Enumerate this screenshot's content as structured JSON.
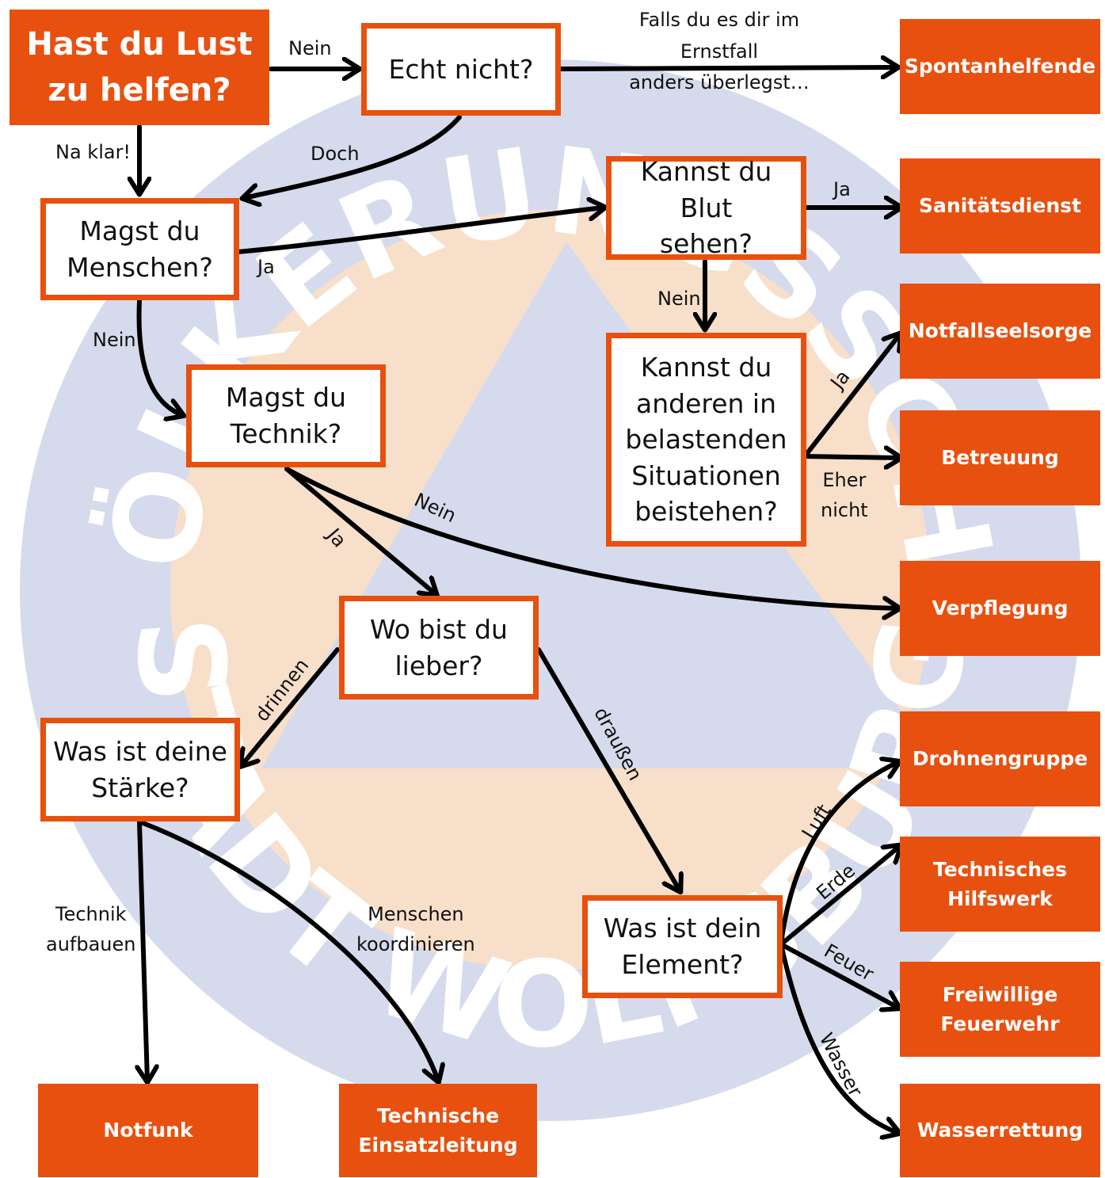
{
  "watermark": {
    "top_text": "BEVÖLKERUNGSSCHUTZ",
    "bottom_text": "STADT WOLFSBURG"
  },
  "colors": {
    "accent": "#e8500f",
    "seal_blue": "#d5dbec",
    "seal_peach": "#f8dfca",
    "text": "#111111"
  },
  "start": {
    "text": "Hast du Lust\nzu helfen?"
  },
  "questions": {
    "echt_nicht": "Echt nicht?",
    "menschen": "Magst du\nMenschen?",
    "blut": "Kannst du Blut\nsehen?",
    "beistehen": "Kannst du\nanderen in\nbelastenden\nSituationen\nbeistehen?",
    "technik": "Magst du\nTechnik?",
    "wo": "Wo bist du\nlieber?",
    "staerke": "Was ist deine\nStärke?",
    "element": "Was ist dein\nElement?"
  },
  "results": {
    "spontan": "Spontanhelfende",
    "sanitaet": "Sanitätsdienst",
    "seelsorge": "Notfallseelsorge",
    "betreuung": "Betreuung",
    "verpflegung": "Verpflegung",
    "drohnen": "Drohnengruppe",
    "thw": "Technisches\nHilfswerk",
    "feuerwehr": "Freiwillige\nFeuerwehr",
    "wasser": "Wasserrettung",
    "notfunk": "Notfunk",
    "tel": "Technische\nEinsatzleitung"
  },
  "labels": {
    "nein_1": "Nein",
    "falls": "Falls du es dir im Ernstfall\nanders überlegst…",
    "na_klar": "Na klar!",
    "doch": "Doch",
    "ja_menschen": "Ja",
    "ja_blut": "Ja",
    "nein_blut": "Nein",
    "ja_beistehen": "Ja",
    "eher_nicht": "Eher\nnicht",
    "nein_menschen": "Nein",
    "ja_technik": "Ja",
    "nein_technik": "Nein",
    "drinnen": "drinnen",
    "draussen": "draußen",
    "technik_aufbauen": "Technik\naufbauen",
    "menschen_koordinieren": "Menschen\nkoordinieren",
    "luft": "Luft",
    "erde": "Erde",
    "feuer": "Feuer",
    "wasser_lbl": "Wasser"
  }
}
